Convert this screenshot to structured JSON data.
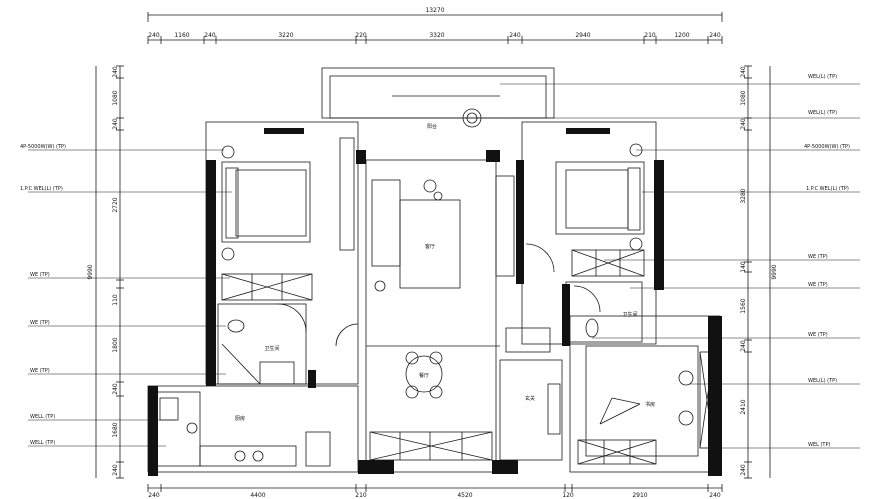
{
  "dimensions": {
    "overall_top": "13270",
    "top_segments": [
      "240",
      "1160",
      "240",
      "3220",
      "220",
      "3320",
      "240",
      "2940",
      "210",
      "1200",
      "240"
    ],
    "bottom_segments": [
      "240",
      "4400",
      "210",
      "4520",
      "120",
      "2910",
      "240"
    ],
    "left_total": "9990",
    "left_segments": [
      "240",
      "1080",
      "240",
      "2720",
      "110",
      "1800",
      "240",
      "1680",
      "240"
    ],
    "right_total": "9990",
    "right_segments": [
      "240",
      "1080",
      "240",
      "3280",
      "140",
      "1560",
      "240",
      "2410",
      "240"
    ]
  },
  "annotations": {
    "left": [
      "4P-5000W(W) (TP)",
      "1.P.C WEL(L) (TP)",
      "WE (TP)",
      "WE (TP)",
      "WE (TP)",
      "WELL (TP)",
      "WELL (TP)"
    ],
    "right": [
      "WEL(L) (TP)",
      "WEL(L) (TP)",
      "4P-5000W(W) (TP)",
      "1.P.C WEL(L) (TP)",
      "WE (TP)",
      "WE (TP)",
      "WE (TP)",
      "WEL(L) (TP)",
      "WEL (TP)"
    ]
  },
  "rooms": {
    "balcony": "阳台",
    "living": "客厅",
    "bath_left": "卫生间",
    "bath_right": "卫生间",
    "kitchen": "厨房",
    "dining": "餐厅",
    "hall": "玄关",
    "study": "书房"
  },
  "colors": {
    "ink": "#111111",
    "line": "#1a1a1a"
  }
}
